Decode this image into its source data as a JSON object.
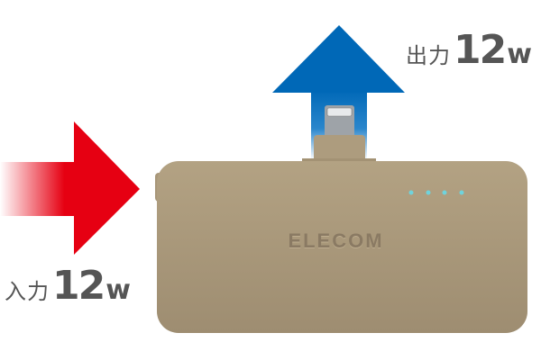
{
  "output_label": {
    "prefix": "出力",
    "value": "12",
    "unit": "w"
  },
  "input_label": {
    "prefix": "入力",
    "value": "12",
    "unit": "w"
  },
  "product": {
    "brand": "ELECOM",
    "led_count": 4
  },
  "colors": {
    "input_arrow": "#e60012",
    "output_arrow": "#0068b7",
    "body": "#a8977a",
    "led": "#6fd3dc",
    "text": "#555555"
  }
}
